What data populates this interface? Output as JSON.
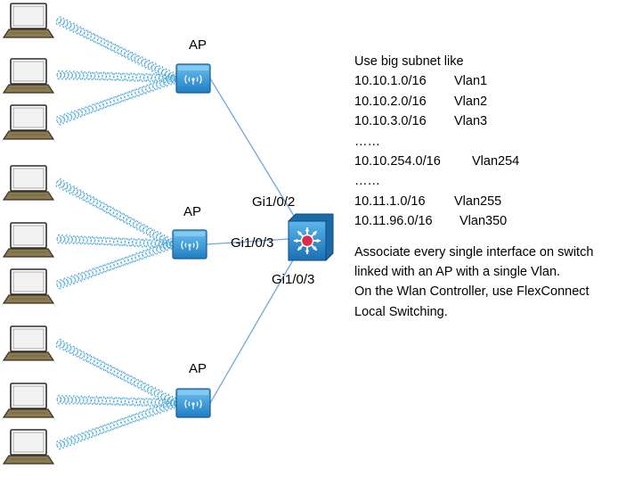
{
  "ap_groups": [
    {
      "label": "AP",
      "laptop_count": 3
    },
    {
      "label": "AP",
      "laptop_count": 3
    },
    {
      "label": "AP",
      "laptop_count": 3
    }
  ],
  "switch": {
    "name": ""
  },
  "links": [
    {
      "from": "AP 1",
      "to": "switch",
      "label": "Gi1/0/2"
    },
    {
      "from": "AP 2",
      "to": "switch",
      "label": "Gi1/0/3"
    },
    {
      "from": "AP 3",
      "to": "switch",
      "label": "Gi1/0/3"
    }
  ],
  "notes": {
    "heading": "Use big subnet like",
    "subnets": [
      {
        "network": "10.10.1.0/16",
        "vlan": "Vlan1"
      },
      {
        "network": "10.10.2.0/16",
        "vlan": "Vlan2"
      },
      {
        "network": "10.10.3.0/16",
        "vlan": "Vlan3"
      },
      {
        "network": "……",
        "vlan": ""
      },
      {
        "network": "10.10.254.0/16",
        "vlan": "Vlan254"
      },
      {
        "network": "……",
        "vlan": ""
      },
      {
        "network": "10.11.1.0/16",
        "vlan": "Vlan255"
      },
      {
        "network": "10.11.96.0/16",
        "vlan": "Vlan350"
      }
    ],
    "paragraph1": "Associate every single interface on switch linked with an AP with a single Vlan.",
    "paragraph2": "On the Wlan Controller, use FlexConnect Local Switching."
  },
  "colors": {
    "ap_body": "#3a9ad9",
    "switch_body": "#3a9ad9",
    "switch_hub": "#e0294a",
    "link": "#6fa8dc",
    "wifi_wave": "#4aa7d6",
    "laptop_body": "#8a7a52"
  }
}
